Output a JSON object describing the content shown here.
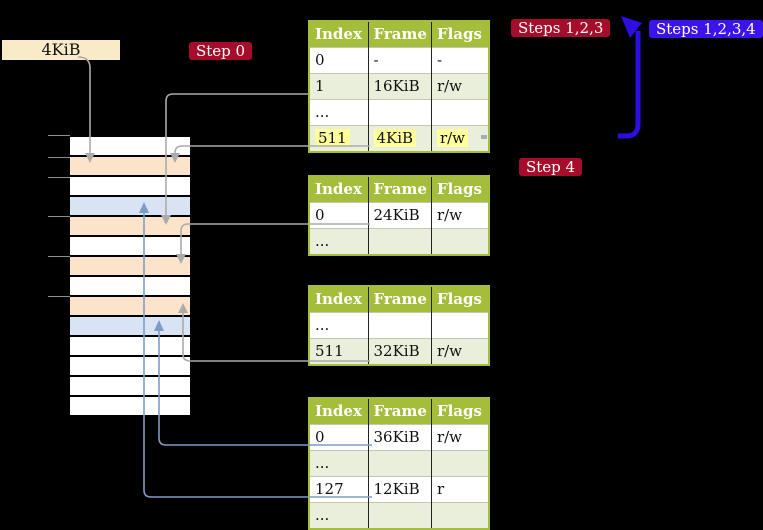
{
  "labels": {
    "page_size": "4KiB",
    "step0": "Step 0",
    "steps123": "Steps 1,2,3",
    "steps1234": "Steps 1,2,3,4",
    "step4": "Step 4"
  },
  "colors": {
    "olive": "#a4be3c",
    "rowshade": "#e9efda",
    "highlight": "#ffff9c",
    "peach": "#fce4cb",
    "lightblue": "#d8e3f4",
    "cream": "#faebc8",
    "darkred": "#a60d2b",
    "bluebadge": "#3d13eb",
    "bluearrow": "#2c0ee2",
    "gray": "#ababab",
    "steel": "#7e9cc9"
  },
  "memory": {
    "rows": [
      "plain",
      "peach",
      "plain",
      "blue",
      "peach",
      "plain",
      "peach",
      "plain",
      "peach",
      "blue",
      "plain",
      "plain",
      "plain",
      "plain"
    ]
  },
  "tables": [
    {
      "headers": [
        "Index",
        "Frame",
        "Flags"
      ],
      "rows": [
        {
          "cells": [
            "0",
            "-",
            "-"
          ]
        },
        {
          "cells": [
            "1",
            "16KiB",
            "r/w"
          ]
        },
        {
          "cells": [
            "...",
            "",
            ""
          ]
        },
        {
          "cells": [
            "511",
            "4KiB",
            "r/w"
          ],
          "highlight": true
        }
      ]
    },
    {
      "headers": [
        "Index",
        "Frame",
        "Flags"
      ],
      "rows": [
        {
          "cells": [
            "0",
            "24KiB",
            "r/w"
          ]
        },
        {
          "cells": [
            "...",
            "",
            ""
          ]
        }
      ]
    },
    {
      "headers": [
        "Index",
        "Frame",
        "Flags"
      ],
      "rows": [
        {
          "cells": [
            "...",
            "",
            ""
          ]
        },
        {
          "cells": [
            "511",
            "32KiB",
            "r/w"
          ]
        }
      ]
    },
    {
      "headers": [
        "Index",
        "Frame",
        "Flags"
      ],
      "rows": [
        {
          "cells": [
            "0",
            "36KiB",
            "r/w"
          ]
        },
        {
          "cells": [
            "...",
            "",
            ""
          ]
        },
        {
          "cells": [
            "127",
            "12KiB",
            "r"
          ]
        },
        {
          "cells": [
            "...",
            "",
            ""
          ]
        }
      ]
    }
  ]
}
